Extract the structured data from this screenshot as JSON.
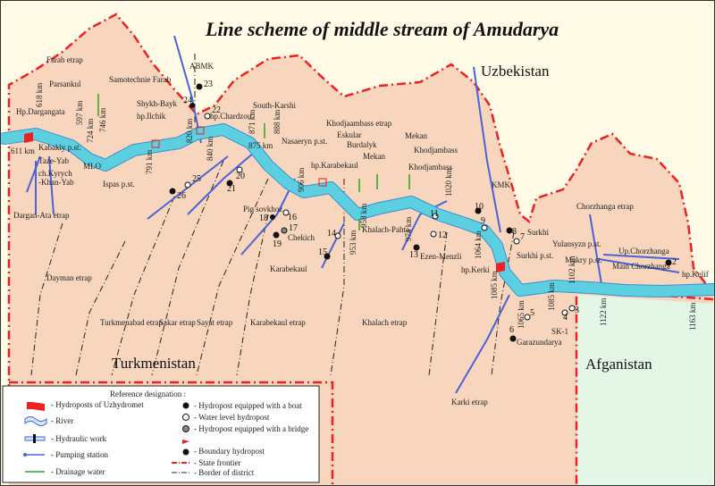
{
  "title": "Line scheme of middle stream of Amudarya",
  "countries": {
    "uzbekistan": "Uzbekistan",
    "turkmenistan": "Turkmenistan",
    "afganistan": "Afganistan"
  },
  "colors": {
    "land": "#f8d6bd",
    "outside": "#fffbe6",
    "afghan": "#e4f6e6",
    "river": "#5ccfe0",
    "blue": "#4a62d8",
    "border": "#ee2020",
    "drain": "#22aa22"
  },
  "labels": {
    "farab": "Farab etrap",
    "abmk": "ABMK",
    "samotech": "Samotechnie Farab",
    "parsankul": "Parsankul",
    "dargangata": "Hp.Dargangata",
    "kabakly": "Kabakly p.st.",
    "tazeyab": "Taze-Yab",
    "kyrych": "ch.Kyrych",
    "khanyab": "-Khan-Yab",
    "darganata": "Dargan-Ata etrap",
    "mlo": "MLO",
    "ispas": "Ispas p.st.",
    "shykh": "Shykh-Bayk",
    "ilchik": "hp.Ilchik",
    "chardzou": "hp.Chardzou",
    "southkarshi": "South-Karshi",
    "nasaeryn": "Nasaeryn p.st.",
    "khodjaetrap": "Khodjaambass etrap",
    "eskular": "Eskular",
    "burdalyk": "Burdalyk",
    "mekan1": "Mekan",
    "mekan2": "Mekan",
    "khodjambass1": "Khodjambass",
    "khodjambass2": "Khodjambass",
    "karabekaulhp": "hp.Karabekaul",
    "pig": "Pig sovkhoz",
    "chekich": "Chekich",
    "karabekaul": "Karabekaul",
    "khalachp": "Khalach-Pahta",
    "ezen": "Ezen-Menzli",
    "kmk": "KMK",
    "surkhi": "Surkhi",
    "surkhip": "Surkhi p.st.",
    "kerki": "hp.Kerki",
    "yulansyzn": "Yulansyzn p.st.",
    "mukry": "Mukry p.st.",
    "chorzhetrap": "Chorzhanga etrap",
    "upchorzh": "Up.Chorzhanga",
    "mainchorzh": "Main Chorzhanga",
    "kelif": "hp.Kelif",
    "sk1": "SK-1",
    "garazun": "Garazundarya",
    "karki": "Karki etrap",
    "dayman": "Dayman etrap",
    "turkmenabad": "Turkmenabad etrap",
    "sakar": "Sakar etrap",
    "sayat": "Sayat etrap",
    "karabekaulet": "Karabekaul etrap",
    "khalachet": "Khalach etrap"
  },
  "km": [
    "618 km",
    "597 km",
    "611 km",
    "724 km",
    "746 km",
    "791 km",
    "820 km",
    "840 km",
    "871 km",
    "875 km",
    "888 km",
    "906 km",
    "953 km",
    "958 km",
    "974 km",
    "1020 km",
    "1064 km",
    "1085 km",
    "1065 km",
    "1085 km",
    "1102 km",
    "1122 km",
    "1163 km"
  ],
  "posts": [
    "23",
    "24",
    "22",
    "25",
    "26",
    "21",
    "20",
    "18",
    "16",
    "17",
    "19",
    "14",
    "15",
    "13",
    "12",
    "11",
    "10",
    "9",
    "8",
    "7",
    "6",
    "5",
    "4",
    "3",
    "2"
  ],
  "legend": {
    "heading": "Reference designation :",
    "items": [
      "- Hydroposts of Uzhydromet",
      "- River",
      "- Hydraulic work",
      "- Pumping station",
      "- Drainage water"
    ],
    "items2": [
      "- Hydropost equipped with a boat",
      "- Water level hydropost",
      "- Hydropost equipped with a bridge",
      "- Boundary hydropost",
      "- State frontier",
      "- Border of district"
    ]
  }
}
